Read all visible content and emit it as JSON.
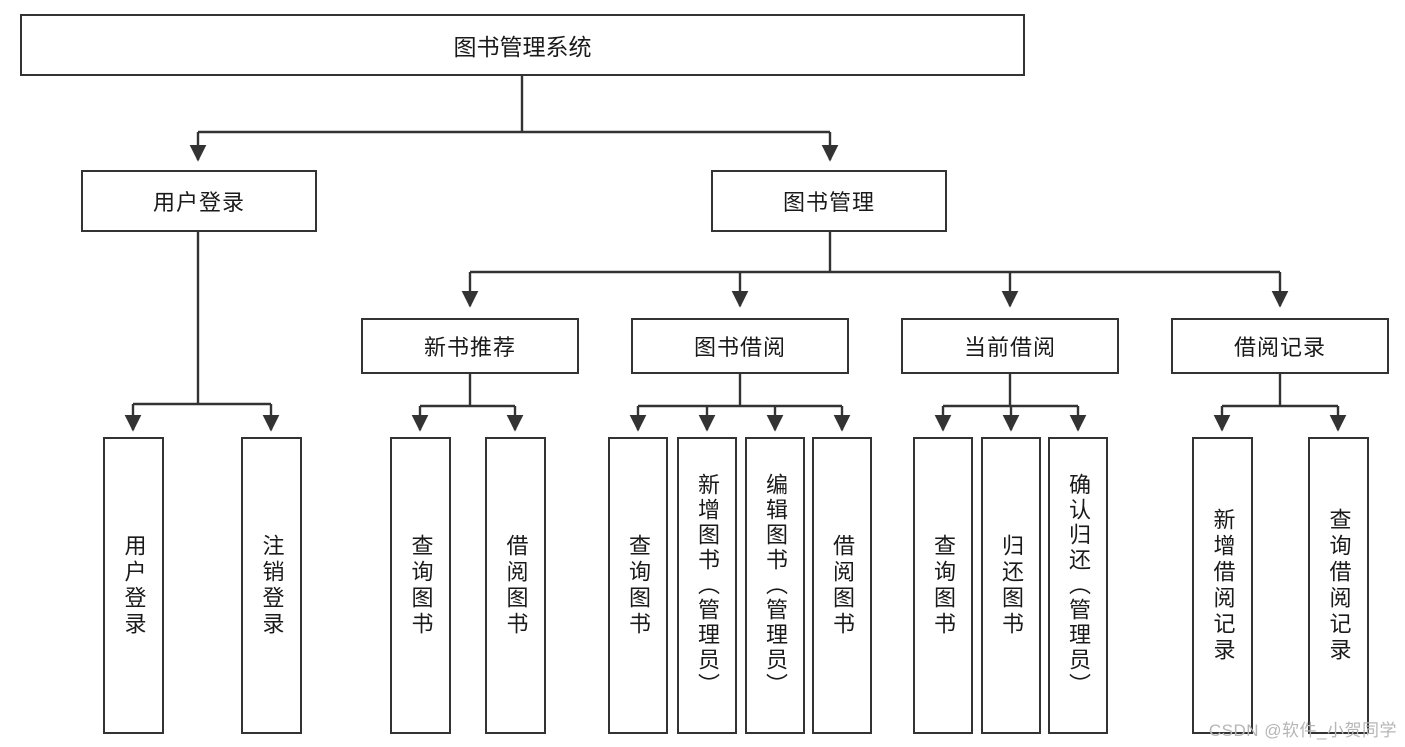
{
  "diagram": {
    "type": "tree-hierarchy",
    "title": "图书管理系统",
    "root": {
      "label": "图书管理系统"
    },
    "level2": [
      {
        "label": "用户登录"
      },
      {
        "label": "图书管理"
      }
    ],
    "level3": [
      {
        "label": "新书推荐"
      },
      {
        "label": "图书借阅"
      },
      {
        "label": "当前借阅"
      },
      {
        "label": "借阅记录"
      }
    ],
    "leaves": {
      "user_login": [
        {
          "label": "用户登录"
        },
        {
          "label": "注销登录"
        }
      ],
      "new_book": [
        {
          "label": "查询图书"
        },
        {
          "label": "借阅图书"
        }
      ],
      "borrow_book": [
        {
          "label": "查询图书"
        },
        {
          "label": "新增图书（管理员）"
        },
        {
          "label": "编辑图书（管理员）"
        },
        {
          "label": "借阅图书"
        }
      ],
      "current_borrow": [
        {
          "label": "查询图书"
        },
        {
          "label": "归还图书"
        },
        {
          "label": "确认归还（管理员）"
        }
      ],
      "borrow_record": [
        {
          "label": "新增借阅记录"
        },
        {
          "label": "查询借阅记录"
        }
      ]
    }
  },
  "watermark": {
    "text": "CSDN @软件_小贺同学"
  },
  "colors": {
    "stroke": "#333333",
    "background": "#ffffff",
    "text": "#1a1a1a",
    "watermark": "#b6b6b6"
  }
}
